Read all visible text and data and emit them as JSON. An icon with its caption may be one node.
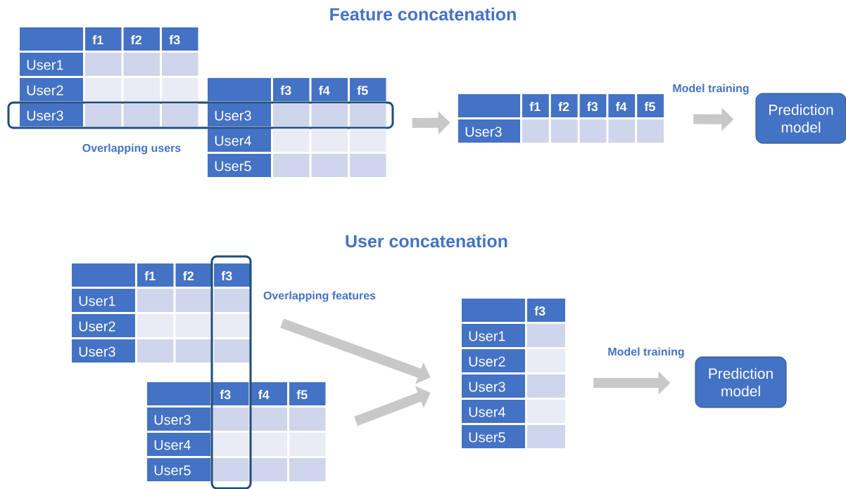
{
  "diagram": {
    "nodes": [
      {
        "text": [
          "f1",
          "f2",
          "f3",
          "User1",
          "User2",
          "User3"
        ]
      },
      {
        "text": [
          "f3",
          "f4",
          "f5",
          "User3",
          "User4",
          "User5"
        ]
      },
      {
        "text": [
          "f1",
          "f2",
          "f3",
          "f4",
          "f5",
          "User3"
        ]
      },
      {
        "text": [
          "Prediction model"
        ]
      },
      {
        "text": [
          "f1",
          "f2",
          "f3",
          "User1",
          "User2",
          "User3"
        ]
      },
      {
        "text": [
          "f3",
          "f4",
          "f5",
          "User3",
          "User4",
          "User5"
        ]
      },
      {
        "text": [
          "f3",
          "User1",
          "User2",
          "User3",
          "User4",
          "User5"
        ]
      },
      {
        "text": [
          "Prediction model"
        ]
      }
    ],
    "edges": [
      {
        "from": 1,
        "to": 2,
        "arrow": "to"
      },
      {
        "from": 2,
        "to": 3,
        "arrow": "to",
        "label": "Model training"
      },
      {
        "from": 4,
        "to": 6,
        "arrow": "to"
      },
      {
        "from": 5,
        "to": 6,
        "arrow": "to"
      },
      {
        "from": 6,
        "to": 7,
        "arrow": "to",
        "label": "Model training"
      }
    ],
    "labels": [
      "Feature concatenation",
      "Overlapping users",
      "User concatenation",
      "Overlapping features"
    ]
  }
}
